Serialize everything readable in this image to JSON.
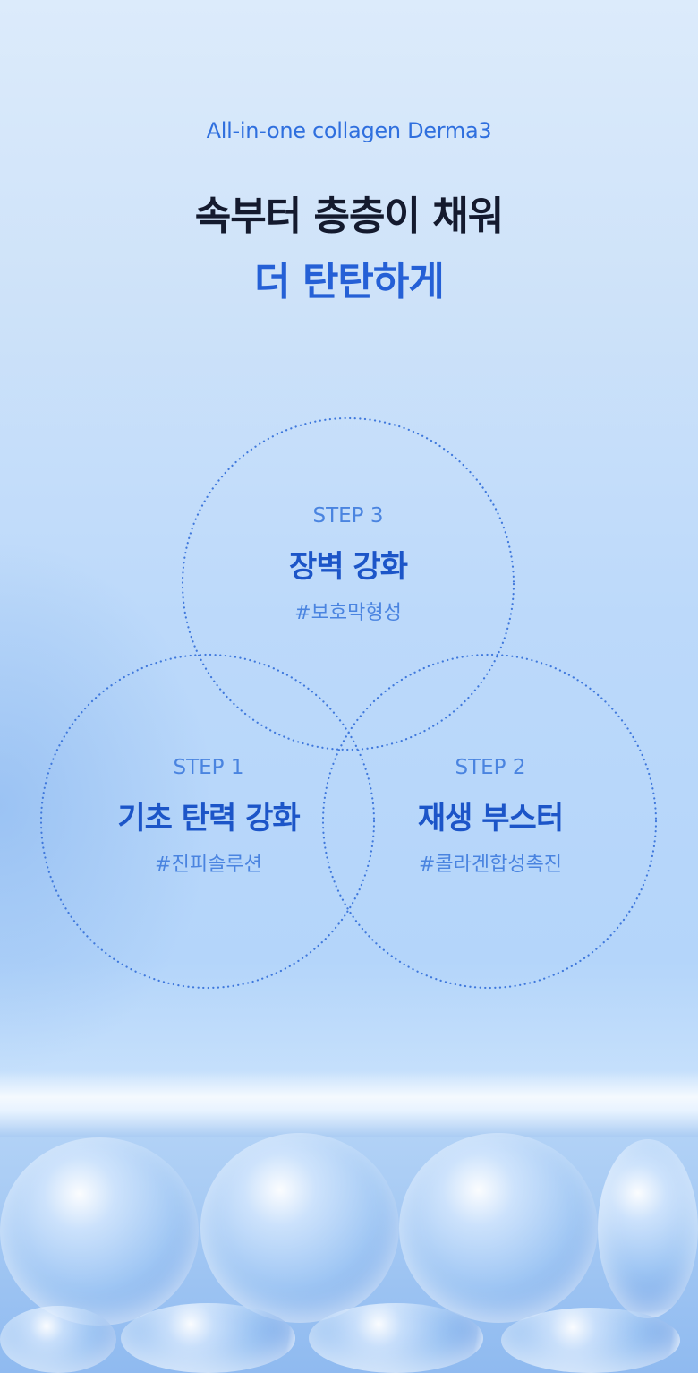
{
  "header": {
    "subtitle": "All-in-one collagen Derma3",
    "title_line1": "속부터 층층이 채워",
    "title_line2": "더 탄탄하게"
  },
  "steps": [
    {
      "label": "STEP 3",
      "title": "장벽 강화",
      "tag": "#보호막형성"
    },
    {
      "label": "STEP 1",
      "title": "기초 탄력 강화",
      "tag": "#진피솔루션"
    },
    {
      "label": "STEP 2",
      "title": "재생 부스터",
      "tag": "#콜라겐합성촉진"
    }
  ],
  "colors": {
    "accent": "#2560d6",
    "title": "#141a2e",
    "step": "#4a84e0",
    "circle": "#3f78dc"
  }
}
